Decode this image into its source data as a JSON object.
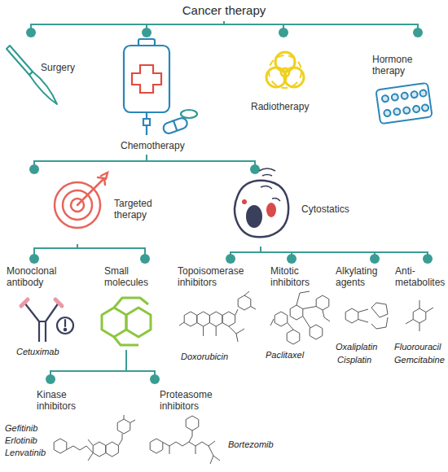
{
  "diagram": {
    "nodes": [
      {
        "text": [
          "Cancer therapy"
        ]
      },
      {
        "text": [
          "Surgery"
        ]
      },
      {
        "text": [
          "Chemotherapy"
        ]
      },
      {
        "text": [
          "Radiotherapy"
        ]
      },
      {
        "text": [
          "Hormone therapy"
        ]
      },
      {
        "text": [
          "Targeted therapy"
        ]
      },
      {
        "text": [
          "Cytostatics"
        ]
      },
      {
        "text": [
          "Monoclonal antibody",
          "Cetuximab"
        ]
      },
      {
        "text": [
          "Small molecules"
        ]
      },
      {
        "text": [
          "Topoisomerase inhibitors",
          "Doxorubicin"
        ]
      },
      {
        "text": [
          "Mitotic inhibitors",
          "Paclitaxel"
        ]
      },
      {
        "text": [
          "Alkylating agents",
          "Oxaliplatin",
          "Cisplatin"
        ]
      },
      {
        "text": [
          "Anti-metabolites",
          "Fluorouracil",
          "Gemcitabine"
        ]
      },
      {
        "text": [
          "Kinase inhibitors",
          "Gefitinib",
          "Erlotinib",
          "Lenvatinib"
        ]
      },
      {
        "text": [
          "Proteasome inhibitors",
          "Bortezomib"
        ]
      }
    ],
    "edges": [
      {
        "from": 0,
        "to": 1,
        "arrow": "none"
      },
      {
        "from": 0,
        "to": 2,
        "arrow": "none"
      },
      {
        "from": 0,
        "to": 3,
        "arrow": "none"
      },
      {
        "from": 0,
        "to": 4,
        "arrow": "none"
      },
      {
        "from": 2,
        "to": 5,
        "arrow": "none"
      },
      {
        "from": 2,
        "to": 6,
        "arrow": "none"
      },
      {
        "from": 5,
        "to": 7,
        "arrow": "none"
      },
      {
        "from": 5,
        "to": 8,
        "arrow": "none"
      },
      {
        "from": 6,
        "to": 9,
        "arrow": "none"
      },
      {
        "from": 6,
        "to": 10,
        "arrow": "none"
      },
      {
        "from": 6,
        "to": 11,
        "arrow": "none"
      },
      {
        "from": 6,
        "to": 12,
        "arrow": "none"
      },
      {
        "from": 8,
        "to": 13,
        "arrow": "none"
      },
      {
        "from": 8,
        "to": 14,
        "arrow": "none"
      }
    ]
  }
}
